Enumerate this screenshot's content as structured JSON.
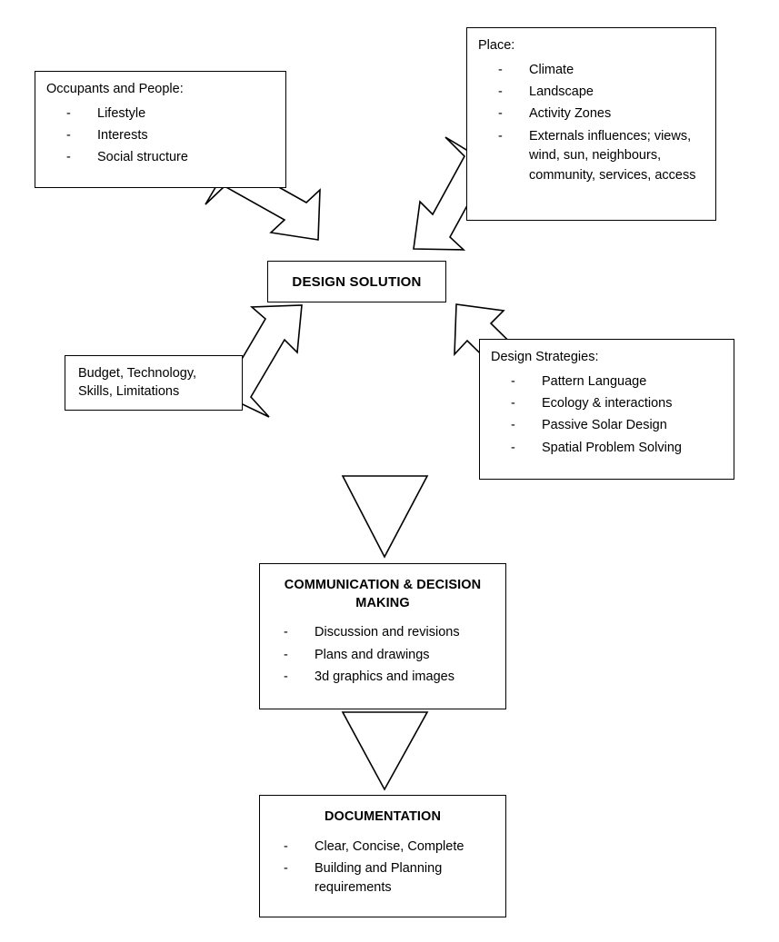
{
  "diagram": {
    "title": "Design Process Flow Diagram",
    "background_color": "#ffffff",
    "stroke_color": "#000000",
    "nodes": {
      "occupants": {
        "title": "Occupants and People:",
        "bullets": [
          "Lifestyle",
          "Interests",
          "Social structure"
        ]
      },
      "place": {
        "title": "Place:",
        "bullets": [
          "Climate",
          "Landscape",
          "Activity Zones",
          "Externals influences; views, wind, sun, neighbours, community, services, access"
        ]
      },
      "design_solution": {
        "title": "DESIGN SOLUTION"
      },
      "budget": {
        "title": "Budget, Technology,\nSkills, Limitations"
      },
      "strategies": {
        "title": "Design Strategies:",
        "bullets": [
          "Pattern Language",
          "Ecology & interactions",
          "Passive Solar Design",
          "Spatial Problem Solving"
        ]
      },
      "communication": {
        "title": "COMMUNICATION & DECISION MAKING",
        "bullets": [
          "Discussion and revisions",
          "Plans and drawings",
          "3d graphics and images"
        ]
      },
      "documentation": {
        "title": "DOCUMENTATION",
        "bullets": [
          "Clear, Concise, Complete",
          "Building and Planning requirements"
        ]
      }
    },
    "connectors": [
      {
        "name": "arrow-occupants-to-design-solution",
        "kind": "block-arrow",
        "from": "occupants",
        "to": "design_solution",
        "direction": "down-right"
      },
      {
        "name": "arrow-place-to-design-solution",
        "kind": "block-arrow",
        "from": "place",
        "to": "design_solution",
        "direction": "down-left"
      },
      {
        "name": "arrow-budget-to-design-solution",
        "kind": "block-arrow",
        "from": "budget",
        "to": "design_solution",
        "direction": "up-right"
      },
      {
        "name": "arrow-strategies-to-design-solution",
        "kind": "block-arrow",
        "from": "strategies",
        "to": "design_solution",
        "direction": "up-left"
      },
      {
        "name": "arrow-design-solution-to-communication",
        "kind": "triangle",
        "from": "design_solution",
        "to": "communication",
        "direction": "down"
      },
      {
        "name": "arrow-communication-to-documentation",
        "kind": "triangle",
        "from": "communication",
        "to": "documentation",
        "direction": "down"
      }
    ]
  }
}
